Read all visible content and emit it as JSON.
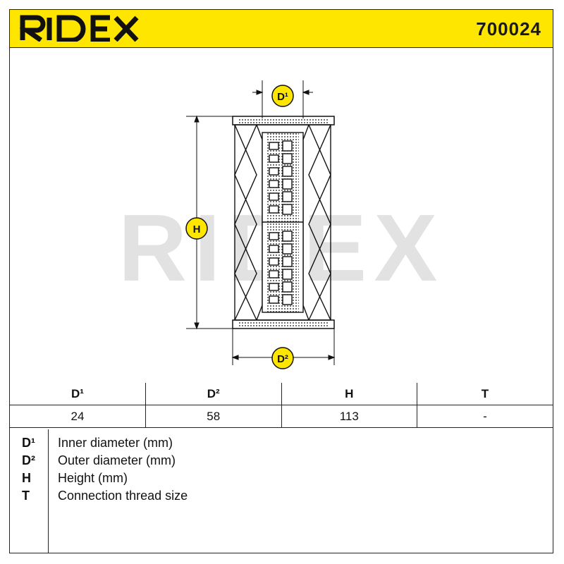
{
  "brand": {
    "name": "RIDEX",
    "color": "#ffe600"
  },
  "part_number": "700024",
  "diagram": {
    "watermark": "RIDEX",
    "labels": {
      "d1": "D¹",
      "d2": "D²",
      "h": "H"
    }
  },
  "spec_table": {
    "headers": [
      "D¹",
      "D²",
      "H",
      "T"
    ],
    "values": [
      "24",
      "58",
      "113",
      "-"
    ]
  },
  "legend": [
    {
      "symbol": "D¹",
      "description": "Inner diameter (mm)"
    },
    {
      "symbol": "D²",
      "description": "Outer diameter (mm)"
    },
    {
      "symbol": "H",
      "description": "Height (mm)"
    },
    {
      "symbol": "T",
      "description": "Connection thread size"
    }
  ]
}
